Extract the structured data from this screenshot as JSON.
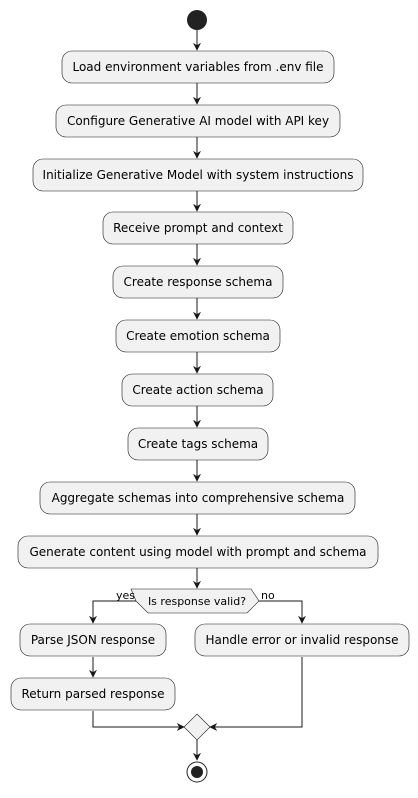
{
  "steps": [
    "Load environment variables from .env file",
    "Configure Generative AI model with API key",
    "Initialize Generative Model with system instructions",
    "Receive prompt and context",
    "Create response schema",
    "Create emotion schema",
    "Create action schema",
    "Create tags schema",
    "Aggregate schemas into comprehensive schema",
    "Generate content using model with prompt and schema"
  ],
  "decision": {
    "question": "Is response valid?",
    "yes_label": "yes",
    "no_label": "no"
  },
  "yes_branch": [
    "Parse JSON response",
    "Return parsed response"
  ],
  "no_branch": [
    "Handle error or invalid response"
  ],
  "colors": {
    "node_fill": "#F1F1F1",
    "node_stroke": "#181818",
    "start": "#222222"
  }
}
